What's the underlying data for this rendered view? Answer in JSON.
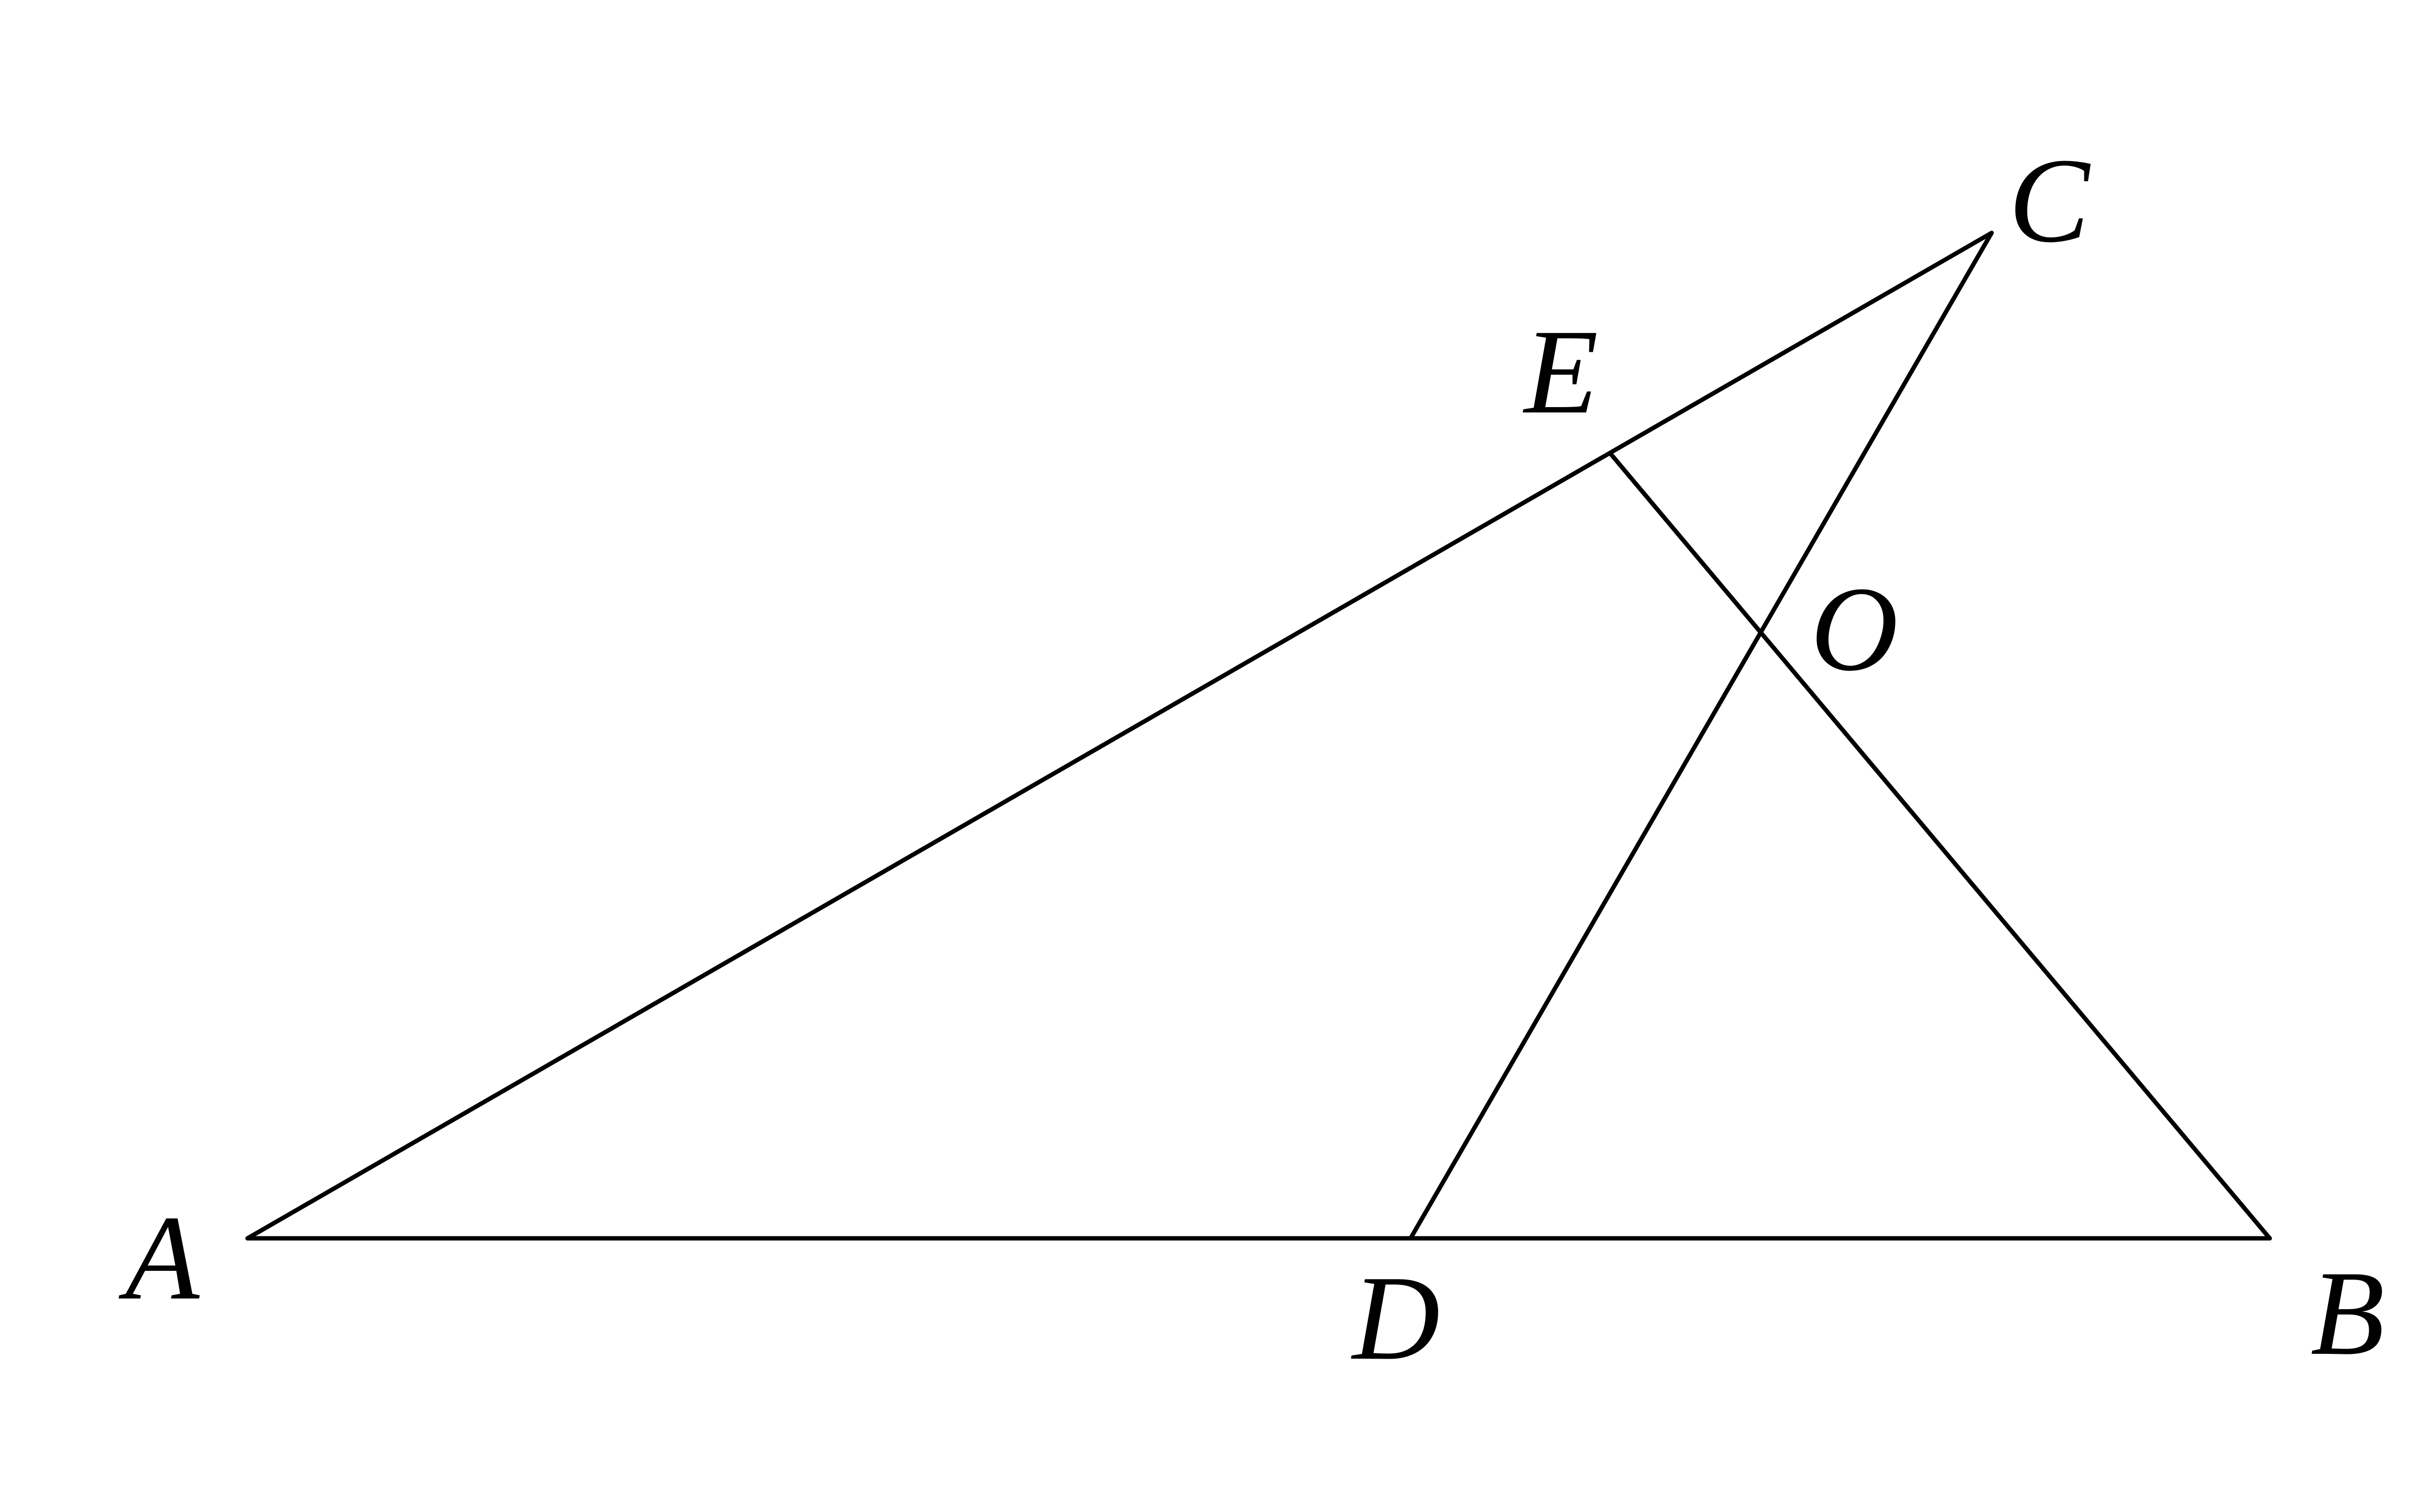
{
  "diagram": {
    "points": [
      {
        "id": "A",
        "label": "A"
      },
      {
        "id": "B",
        "label": "B"
      },
      {
        "id": "C",
        "label": "C"
      },
      {
        "id": "D",
        "label": "D"
      },
      {
        "id": "E",
        "label": "E"
      },
      {
        "id": "O",
        "label": "O"
      }
    ],
    "segments": [
      {
        "from": "A",
        "to": "B"
      },
      {
        "from": "A",
        "to": "C"
      },
      {
        "from": "C",
        "to": "D"
      },
      {
        "from": "B",
        "to": "E"
      }
    ],
    "line_color": "#000000",
    "background_color": "#ffffff"
  }
}
